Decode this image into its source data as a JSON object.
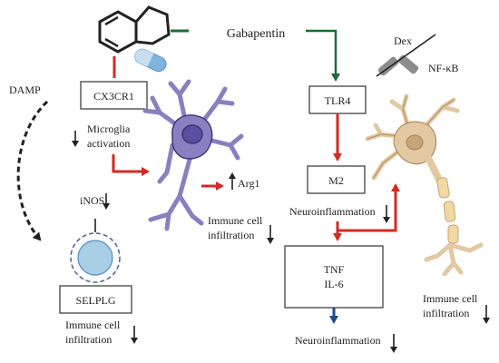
{
  "colors": {
    "red_arrow": "#d42a22",
    "green_arrow": "#1d6b3a",
    "blue_arrow": "#1f4e8c",
    "black_arrow": "#222222",
    "microglia_body": "#8a7fc0",
    "microglia_nucleus": "#5a4fa0",
    "neuron_body": "#e2c9a3",
    "neuron_nucleus": "#c7a57a",
    "myelin": "#f2d8a4",
    "vesicle": "#a7cfe6",
    "capsule": "#7fb4de"
  },
  "labels": {
    "gabapentin": "Gabapentin",
    "damp": "DAMP",
    "cx3cr1": "CX3CR1",
    "microglia_line1": "Microglia",
    "microglia_line2": "activation",
    "arg1": "Arg1",
    "inos": "iNOS",
    "selplg": "SELPLG",
    "immune_left_line1": "Immune cell",
    "immune_left_line2": "infiltration",
    "immune_mid_line1": "Immune cell",
    "immune_mid_line2": "infiltration",
    "tlr4": "TLR4",
    "m2": "M2",
    "neuroinflammation_top": "Neuroinflammation",
    "tnf": "TNF",
    "il6": "IL-6",
    "neuroinflammation_bottom": "Neuroinflammation",
    "dex": "Dex",
    "nfkb": "NF-κB",
    "immune_right_line1": "Immune cell",
    "immune_right_line2": "infiltration"
  },
  "icons": {
    "down": "down-arrow-icon",
    "up": "up-arrow-icon",
    "molecule": "gabapentin-structure-icon",
    "capsule": "capsule-icon",
    "microglia": "microglia-cell-icon",
    "neuron": "neuron-cell-icon",
    "blocked": "blocked-interaction-icon"
  }
}
